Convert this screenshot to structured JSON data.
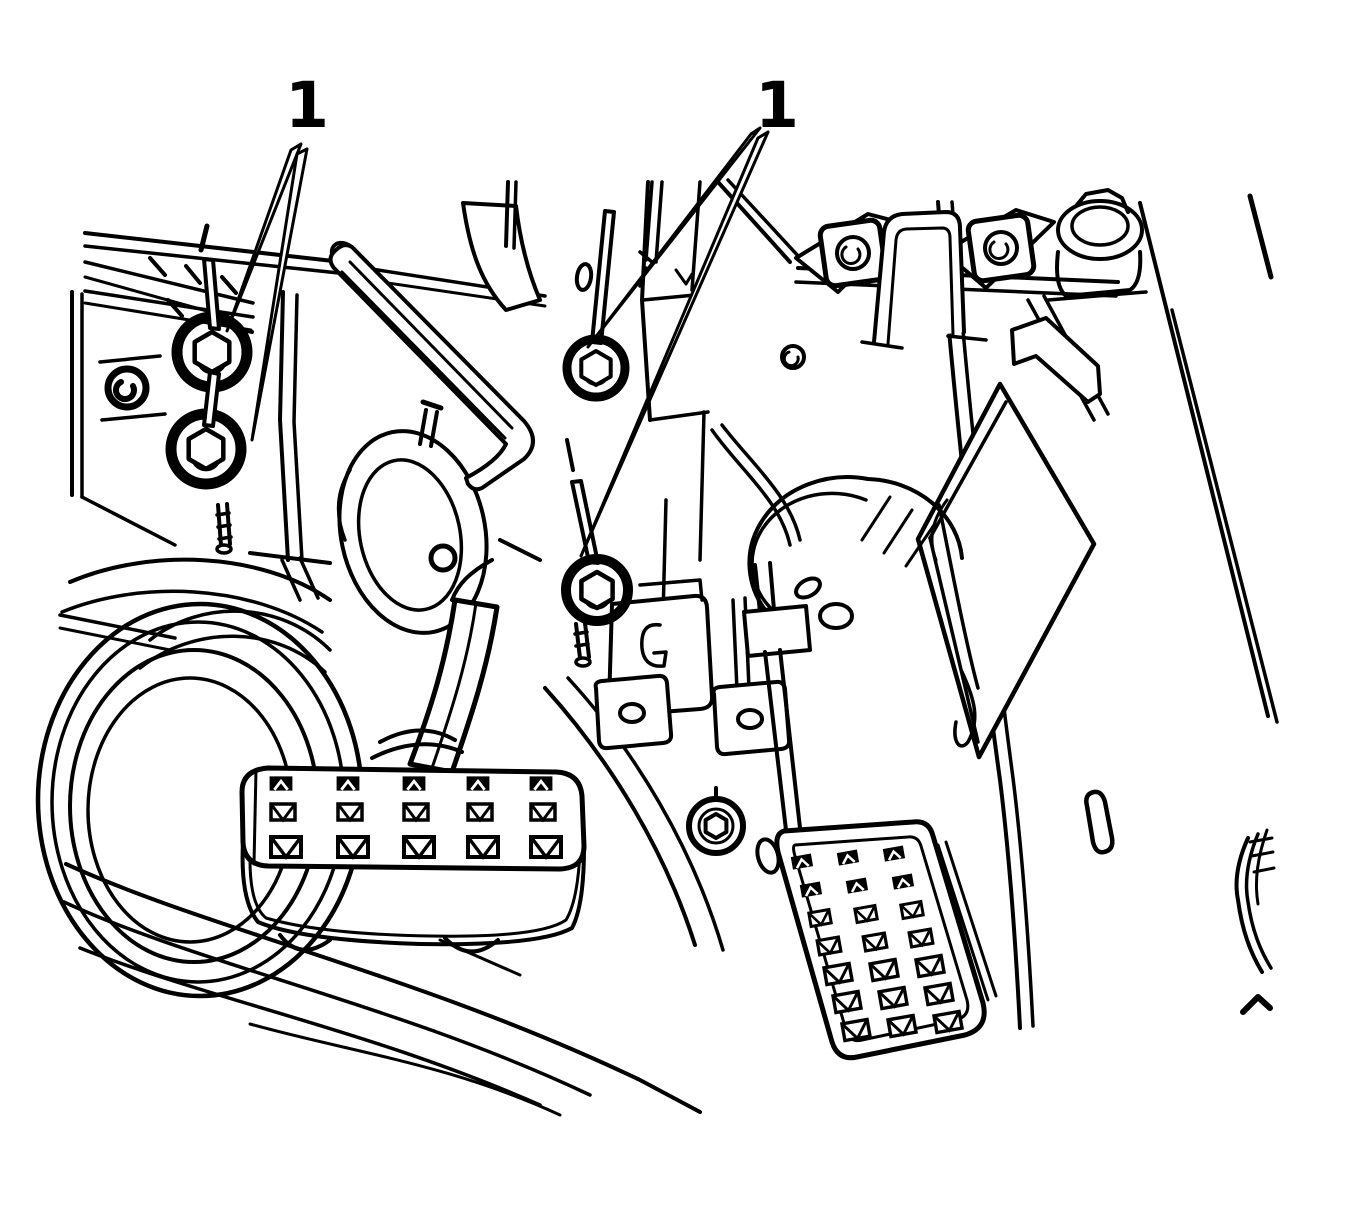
{
  "figure": {
    "type": "technical-line-illustration",
    "subject": "brake-and-accelerator-pedal-area",
    "background_color": "#ffffff",
    "line_color": "#000000",
    "callouts": [
      {
        "label": "1",
        "points_to": "pedal-bracket-mounting-nuts-left-pair"
      },
      {
        "label": "1",
        "points_to": "pedal-bracket-mounting-nuts-center-pair"
      }
    ],
    "parts": [
      "cowl-ledge",
      "left-mount-bracket",
      "mounting-nut",
      "stud",
      "brake-booster",
      "diagonal-brace",
      "pedal-bracket-column",
      "connector-block",
      "clip-nut-left",
      "clip-nut-right",
      "u-bracket",
      "body-mount",
      "kick-panel",
      "hvac-duct",
      "brake-pedal-arm",
      "brake-pedal-pad",
      "accelerator-pedal",
      "floor-carpet-lines",
      "sill-lines",
      "right-trim",
      "slot-hole"
    ]
  }
}
